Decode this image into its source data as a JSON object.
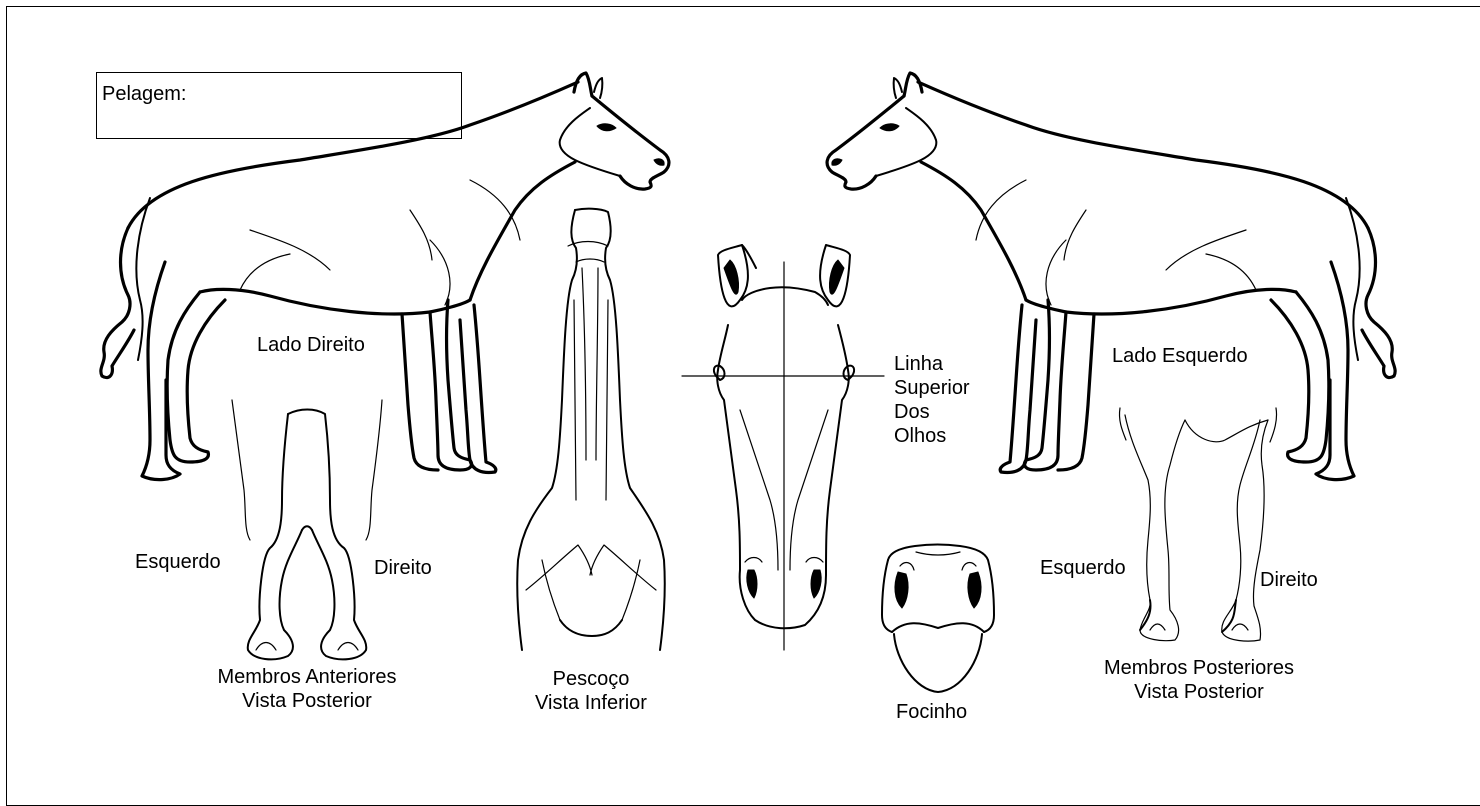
{
  "form": {
    "coat_label": "Pelagem:",
    "coat_value": ""
  },
  "labels": {
    "right_side": "Lado Direito",
    "left_side": "Lado Esquerdo",
    "forelimbs_left": "Esquerdo",
    "forelimbs_right": "Direito",
    "forelimbs_title_1": "Membros Anteriores",
    "forelimbs_title_2": "Vista Posterior",
    "neck_title_1": "Pescoço",
    "neck_title_2": "Vista Inferior",
    "eye_line_1": "Linha",
    "eye_line_2": "Superior",
    "eye_line_3": "Dos",
    "eye_line_4": "Olhos",
    "muzzle": "Focinho",
    "hindlimbs_left": "Esquerdo",
    "hindlimbs_right": "Direito",
    "hindlimbs_title_1": "Membros Posteriores",
    "hindlimbs_title_2": "Vista Posterior"
  }
}
